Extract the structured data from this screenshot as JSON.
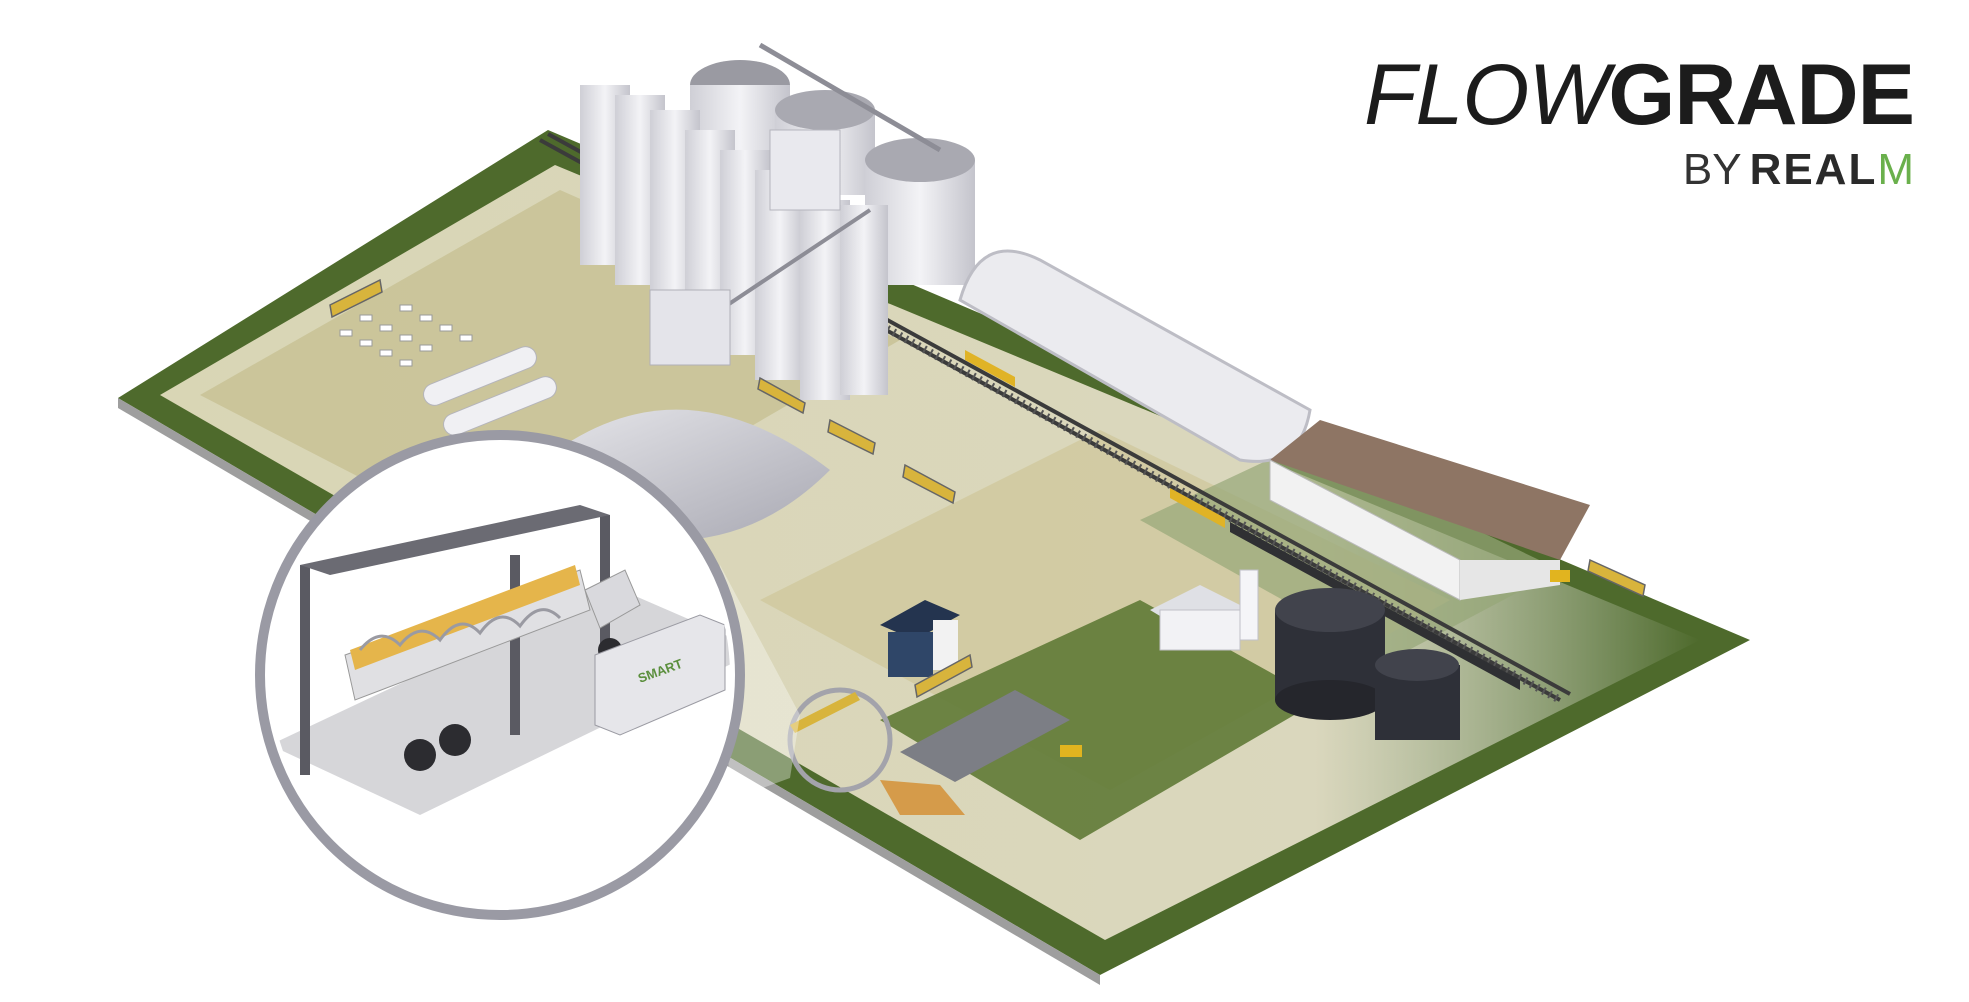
{
  "brand": {
    "flow": "FLOW",
    "grade": "GRADE",
    "by": "BY",
    "realm": "REAL",
    "realm_m": "M"
  },
  "zoom_inset": {
    "container_label": "SMART"
  },
  "colors": {
    "field_green": "#4e6a2c",
    "ground": "#c9c6a2",
    "grain": "#e2b23c",
    "accent_green": "#6ab04c"
  },
  "icons": [
    "silo-icon",
    "truck-icon",
    "train-icon",
    "tank-icon",
    "loader-icon"
  ]
}
